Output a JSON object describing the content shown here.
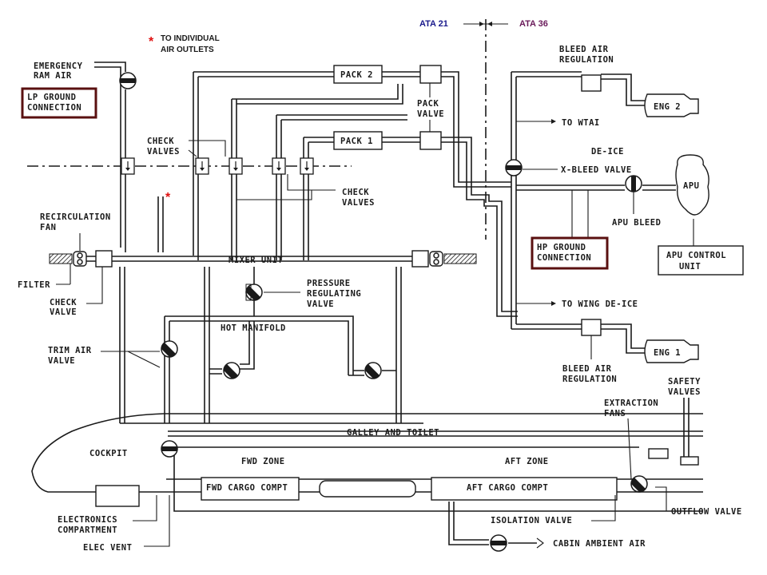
{
  "ata": {
    "left": "ATA 21",
    "right": "ATA 36"
  },
  "note": {
    "star": "*",
    "line1": "TO INDIVIDUAL",
    "line2": "AIR OUTLETS"
  },
  "labels": {
    "emergency_ram_air": [
      "EMERGENCY",
      "RAM AIR"
    ],
    "lp_ground": [
      "LP GROUND",
      "CONNECTION"
    ],
    "hp_ground": [
      "HP GROUND",
      "CONNECTION"
    ],
    "pack2": "PACK 2",
    "pack1": "PACK 1",
    "pack_valve": [
      "PACK",
      "VALVE"
    ],
    "bleed_air_reg_top": [
      "BLEED AIR",
      "REGULATION"
    ],
    "bleed_air_reg_bottom": [
      "BLEED AIR",
      "REGULATION"
    ],
    "eng2": "ENG 2",
    "eng1": "ENG 1",
    "to_wtai": "TO WTAI",
    "de_ice": "DE-ICE",
    "x_bleed": "X-BLEED VALVE",
    "apu": "APU",
    "apu_bleed": "APU BLEED",
    "apu_control": [
      "APU CONTROL",
      "UNIT"
    ],
    "check_valves_top": [
      "CHECK",
      "VALVES"
    ],
    "check_valves_mid": [
      "CHECK",
      "VALVES"
    ],
    "recirc_fan": [
      "RECIRCULATION",
      "FAN"
    ],
    "filter": "FILTER",
    "check_valve": [
      "CHECK",
      "VALVE"
    ],
    "mixer_unit": "MIXER UNIT",
    "pressure_reg": [
      "PRESSURE",
      "REGULATING",
      "VALVE"
    ],
    "to_wing_deice": "TO WING DE-ICE",
    "hot_manifold": "HOT MANIFOLD",
    "trim_air": [
      "TRIM AIR",
      "VALVE"
    ],
    "safety_valves": [
      "SAFETY",
      "VALVES"
    ],
    "extraction_fans": [
      "EXTRACTION",
      "FANS"
    ],
    "galley_toilet": "GALLEY AND TOILET",
    "cockpit": "COCKPIT",
    "fwd_zone": "FWD ZONE",
    "aft_zone": "AFT ZONE",
    "fwd_cargo": "FWD CARGO COMPT",
    "aft_cargo": "AFT CARGO COMPT",
    "outflow_valve": "OUTFLOW VALVE",
    "electronics": [
      "ELECTRONICS",
      "COMPARTMENT"
    ],
    "isolation_valve": "ISOLATION VALVE",
    "elec_vent": "ELEC VENT",
    "cabin_ambient": "CABIN AMBIENT AIR"
  },
  "colors": {
    "ata21": "#1a1a8c",
    "ata36": "#6a1a5a",
    "star": "#e01010",
    "ground_box": "#5a1010"
  }
}
